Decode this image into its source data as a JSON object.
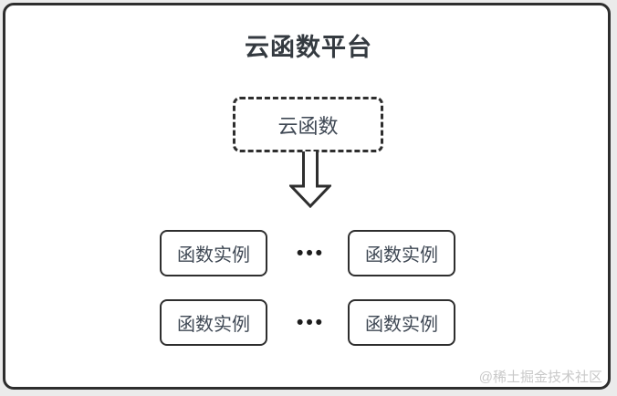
{
  "diagram": {
    "title": "云函数平台",
    "cloud_function": {
      "label": "云函数"
    },
    "rows": [
      {
        "left": "函数实例",
        "separator": "•••",
        "right": "函数实例"
      },
      {
        "left": "函数实例",
        "separator": "•••",
        "right": "函数实例"
      }
    ],
    "watermark": "@稀土掘金技术社区",
    "colors": {
      "canvas_background": "#ebebeb",
      "frame_background": "#ffffff",
      "line": "#2e2e2e",
      "title_text": "#343a40",
      "box_text": "#3f4854",
      "watermark_text": "#c9c9c9"
    }
  }
}
